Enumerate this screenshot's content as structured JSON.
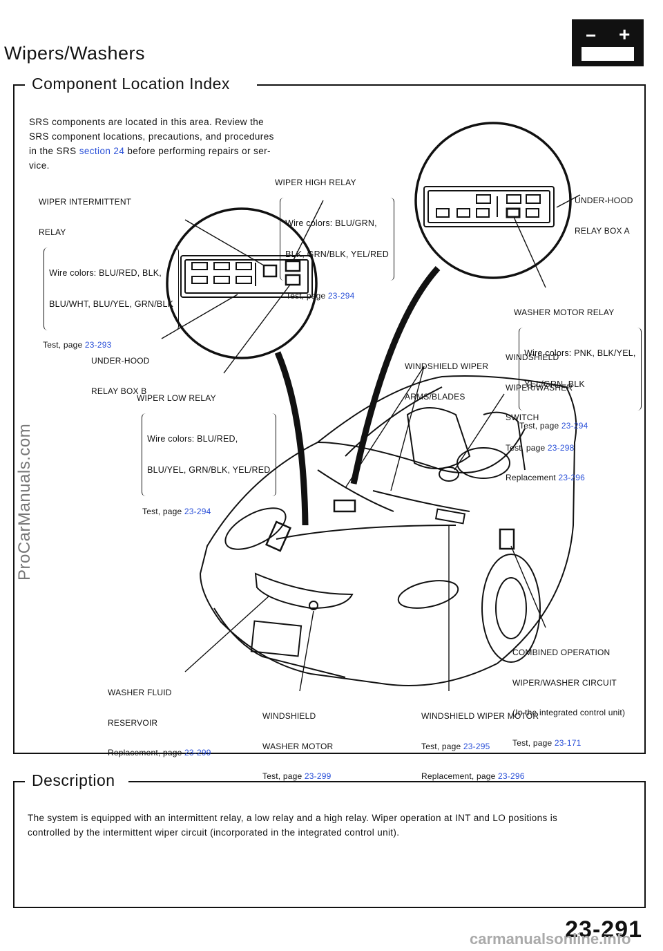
{
  "header": {
    "title": "Wipers/Washers",
    "battery_icon": "battery-icon",
    "battery_minus": "−",
    "battery_plus": "+"
  },
  "section1": {
    "title": "Component Location Index",
    "srs_note_line1": "SRS components are located in this area. Review the",
    "srs_note_line2": "SRS component locations, precautions, and procedures",
    "srs_note_line3_pre": "in the SRS ",
    "srs_note_link": "section 24",
    "srs_note_line3_post": " before performing repairs or ser-",
    "srs_note_line4": "vice."
  },
  "labels": {
    "wiper_intermittent_relay": {
      "name_line1": "WIPER INTERMITTENT",
      "name_line2": "RELAY",
      "wire1": "Wire colors: BLU/RED, BLK,",
      "wire2": "BLU/WHT, BLU/YEL, GRN/BLK",
      "test_pre": "Test, page ",
      "test_page": "23-293"
    },
    "wiper_high_relay": {
      "name": "WIPER HIGH RELAY",
      "wire1": "Wire colors: BLU/GRN,",
      "wire2": "BLK, GRN/BLK, YEL/RED",
      "test_pre": "Test, page ",
      "test_page": "23-294"
    },
    "under_hood_relay_box_a": {
      "line1": "UNDER-HOOD",
      "line2": "RELAY BOX A"
    },
    "under_hood_relay_box_b": {
      "line1": "UNDER-HOOD",
      "line2": "RELAY BOX B"
    },
    "washer_motor_relay": {
      "name": "WASHER MOTOR RELAY",
      "wire1": "Wire colors: PNK, BLK/YEL,",
      "wire2": "YEL/GRN, BLK",
      "test_pre": "Test, page ",
      "test_page": "23-294"
    },
    "wiper_low_relay": {
      "name": "WIPER LOW RELAY",
      "wire1": "Wire colors: BLU/RED,",
      "wire2": "BLU/YEL, GRN/BLK, YEL/RED",
      "test_pre": "Test, page ",
      "test_page": "23-294"
    },
    "windshield_wiper_arms": {
      "line1": "WINDSHIELD WIPER",
      "line2": "ARMS/BLADES"
    },
    "windshield_switch": {
      "line1": "WINDSHIELD",
      "line2": "WIPER/WASHER",
      "line3": "SWITCH",
      "test_pre": "Test, page ",
      "test_page": "23-298",
      "repl_pre": "Replacement ",
      "repl_page": "23-296"
    },
    "combined_operation": {
      "line1": "COMBINED OPERATION",
      "line2": "WIPER/WASHER CIRCUIT",
      "line3": "(In the integrated control unit)",
      "test_pre": "Test, page ",
      "test_page": "23-171"
    },
    "washer_fluid_reservoir": {
      "line1": "WASHER FLUID",
      "line2": "RESERVOIR",
      "repl_pre": "Replacement, page ",
      "repl_page": "23-299"
    },
    "windshield_washer_motor": {
      "line1": "WINDSHIELD",
      "line2": "WASHER MOTOR",
      "test_pre": "Test, page ",
      "test_page": "23-299"
    },
    "windshield_wiper_motor": {
      "line1": "WINDSHIELD WIPER MOTOR",
      "test_pre": "Test, page ",
      "test_page": "23-295",
      "repl_pre": "Replacement, page ",
      "repl_page": "23-296"
    }
  },
  "section2": {
    "title": "Description",
    "line1": "The system is equipped with an intermittent relay, a low relay and a high relay. Wiper operation at INT and LO positions is",
    "line2": "controlled by the intermittent wiper circuit (incorporated in the integrated control unit)."
  },
  "footer": {
    "page_number": "23-291",
    "watermark_side": "ProCarManuals.com",
    "watermark_bottom": "carmanualsonline.info"
  },
  "colors": {
    "link": "#2a50d8",
    "ink": "#111111"
  }
}
